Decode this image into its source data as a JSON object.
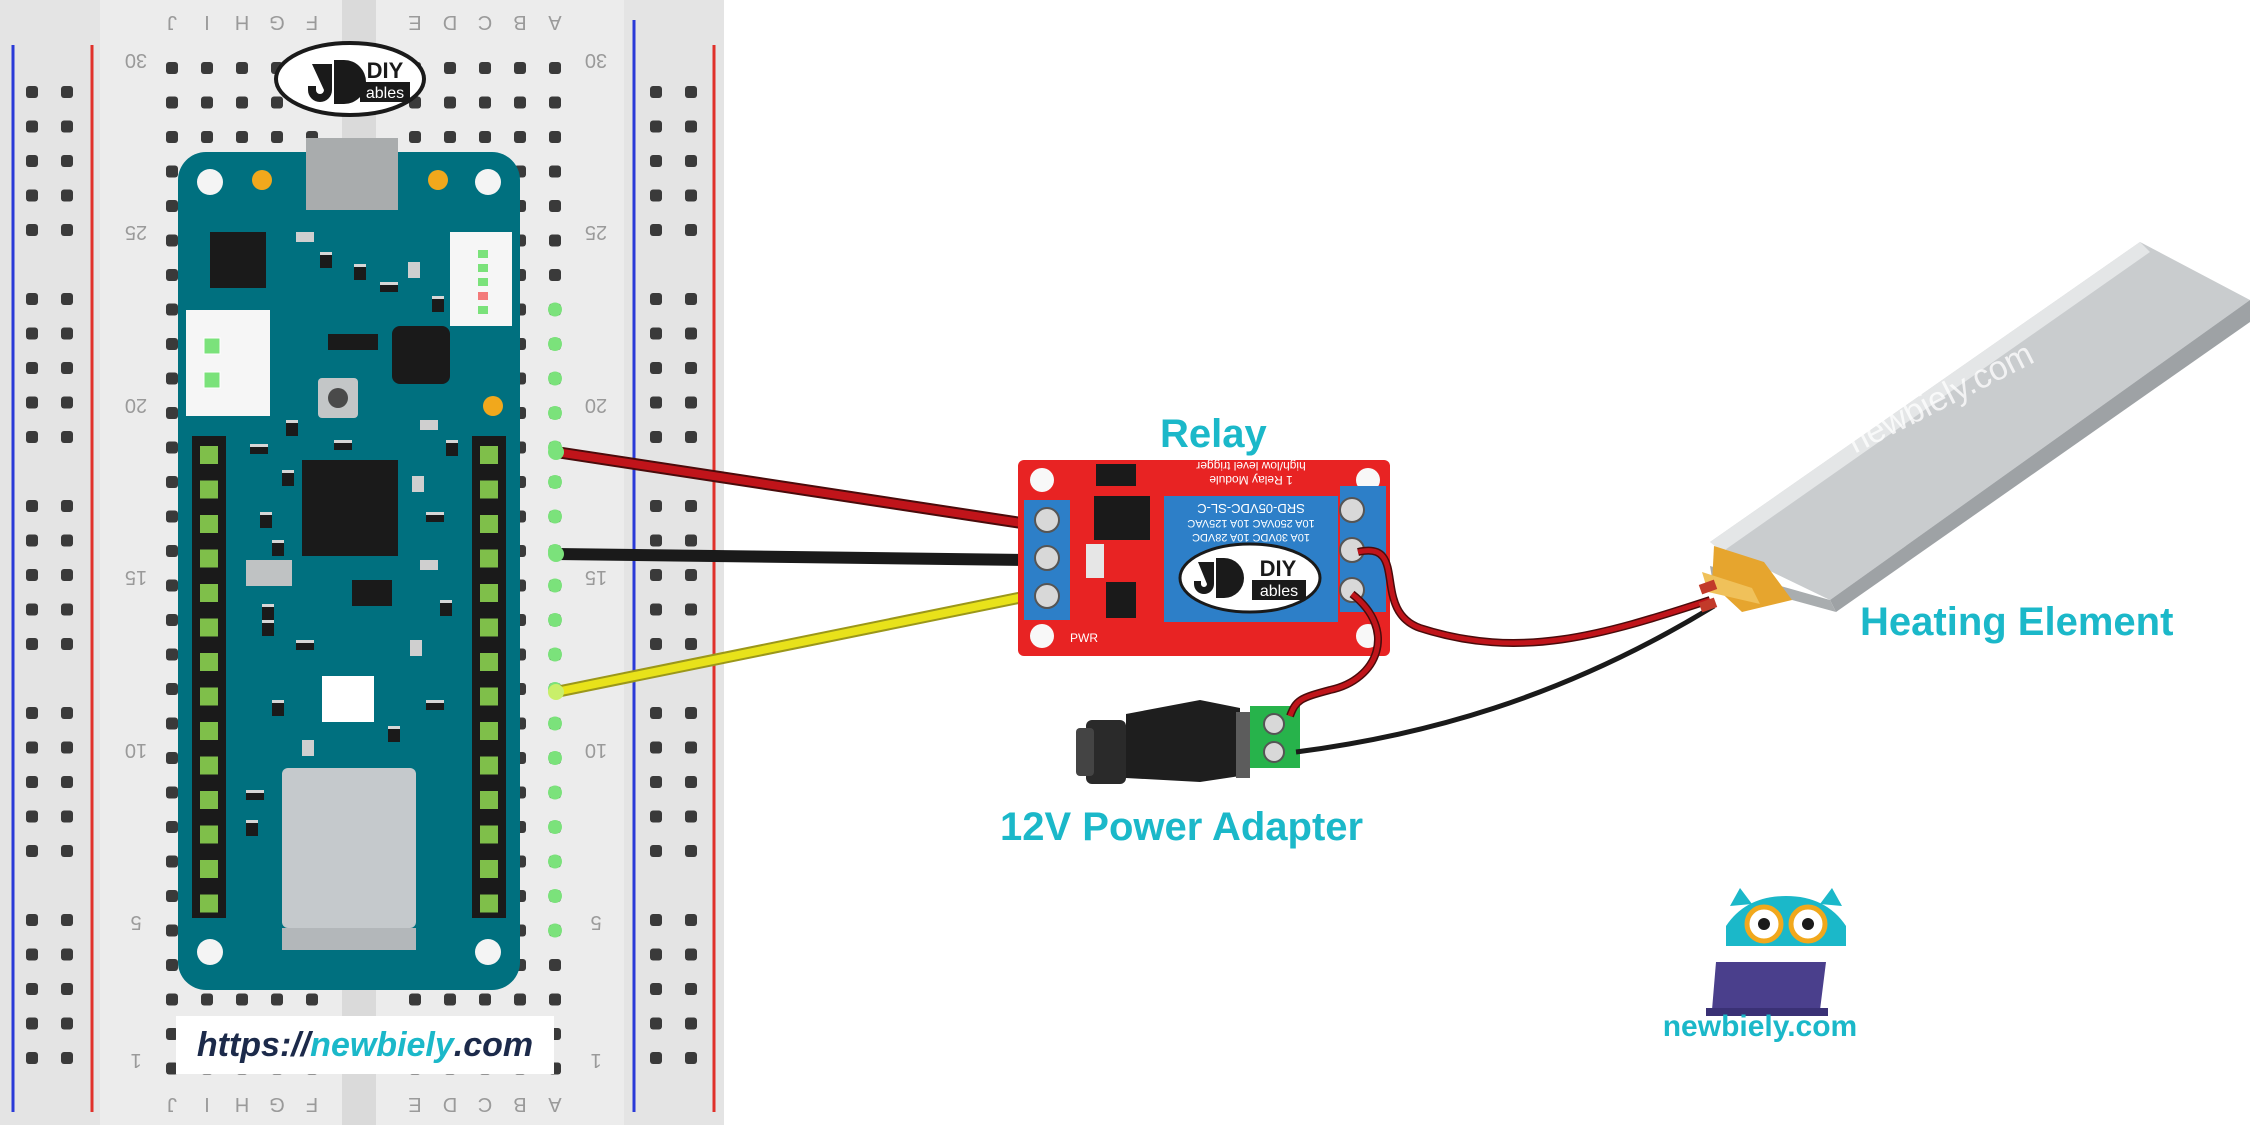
{
  "labels": {
    "relay": "Relay",
    "heating_element": "Heating Element",
    "power_adapter": "12V Power Adapter"
  },
  "url_banner": {
    "scheme": "https://",
    "domain": "newbiely",
    "tld": ".com"
  },
  "brand": {
    "logo_text": "newbiely.com",
    "watermark": "newbiely.com",
    "diy_logo_top": "DIY",
    "diy_logo_bottom": "ables"
  },
  "breadboard": {
    "column_letters_left": [
      "J",
      "I",
      "H",
      "G",
      "F"
    ],
    "column_letters_right": [
      "E",
      "D",
      "C",
      "B",
      "A"
    ],
    "row_numbers": [
      "30",
      "25",
      "20",
      "15",
      "10",
      "5",
      "1"
    ]
  },
  "relay_module": {
    "model": "SRD-05VDC-SL-C",
    "rating_1": "10A 250VAC 10A 125VAC",
    "rating_2": "10A 30VDC 10A 28VDC",
    "title": "1 Relay Module",
    "trigger": "high/low level trigger",
    "pwr": "PWR"
  },
  "colors": {
    "accent": "#1bb8c9",
    "board": "#00707f",
    "relay_pcb": "#e82323",
    "wire_red": "#c0141a",
    "wire_black": "#1a1a1a",
    "wire_yellow": "#e8e21a",
    "breadboard": "#ececec",
    "rail_red": "#e0302a",
    "rail_blue": "#2a3ad8"
  }
}
